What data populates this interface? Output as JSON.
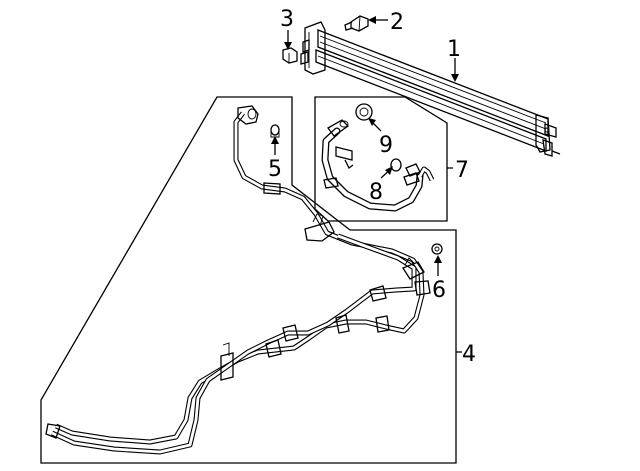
{
  "diagram": {
    "callouts": [
      {
        "id": "1",
        "label": "1"
      },
      {
        "id": "2",
        "label": "2"
      },
      {
        "id": "3",
        "label": "3"
      },
      {
        "id": "4",
        "label": "4"
      },
      {
        "id": "5",
        "label": "5"
      },
      {
        "id": "6",
        "label": "6"
      },
      {
        "id": "7",
        "label": "7"
      },
      {
        "id": "8",
        "label": "8"
      },
      {
        "id": "9",
        "label": "9"
      }
    ]
  },
  "colors": {
    "line": "#000000",
    "background": "#ffffff"
  }
}
